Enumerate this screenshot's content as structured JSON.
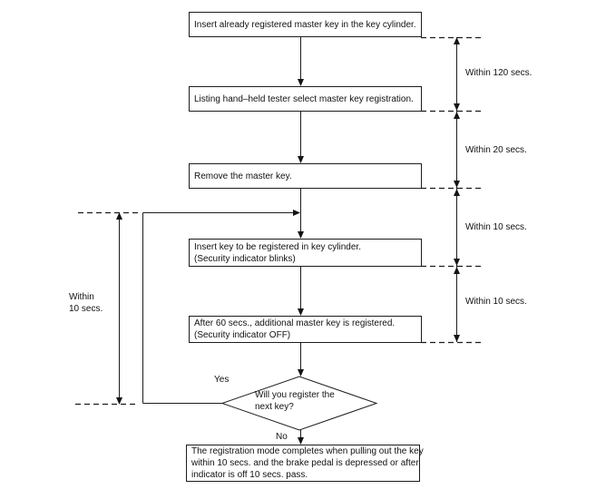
{
  "flowchart": {
    "steps": [
      {
        "lines": [
          "Insert already registered master key in the key cylinder."
        ]
      },
      {
        "lines": [
          "Listing hand–held tester select master key registration."
        ]
      },
      {
        "lines": [
          "Remove the master key."
        ]
      },
      {
        "lines": [
          "Insert key to be registered in key cylinder.",
          "(Security indicator blinks)"
        ]
      },
      {
        "lines": [
          "After 60 secs., additional master key is registered.",
          "(Security indicator OFF)"
        ]
      },
      {
        "lines": [
          "The registration mode completes when pulling out the key",
          "within 10 secs. and the brake pedal is depressed or after",
          "indicator is off 10 secs. pass."
        ]
      }
    ],
    "decision": {
      "lines": [
        "Will you register the",
        "next key?"
      ]
    },
    "branch_yes": "Yes",
    "branch_no": "No",
    "right_timings": [
      {
        "label": "Within 120 secs."
      },
      {
        "label": "Within 20 secs."
      },
      {
        "label": "Within 10 secs."
      },
      {
        "label": "Within 10 secs."
      }
    ],
    "left_timing": {
      "lines": [
        "Within",
        "10 secs."
      ]
    }
  },
  "colors": {
    "ink": "#1c1c1c",
    "background": "#ffffff"
  }
}
